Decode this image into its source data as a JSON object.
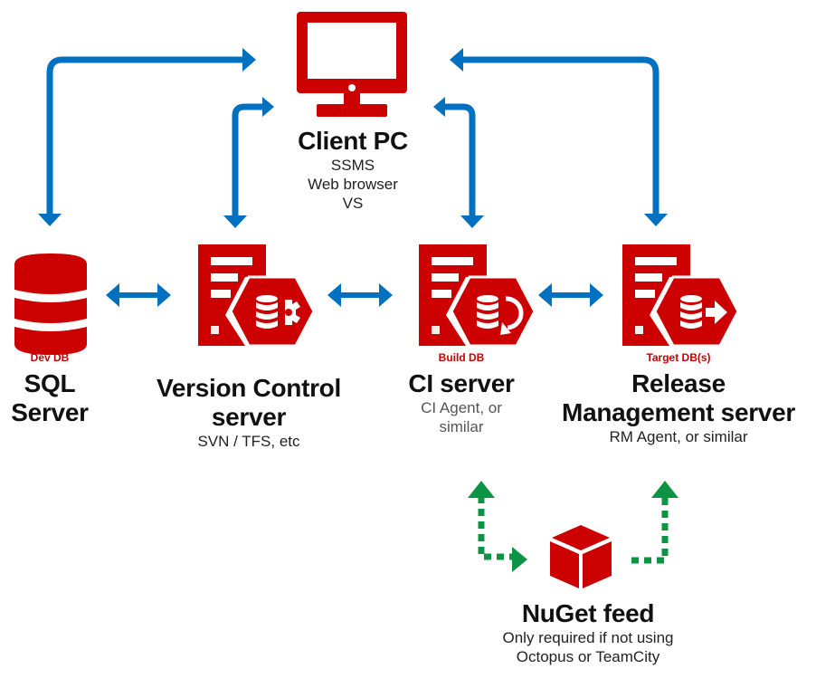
{
  "colors": {
    "icon_red": "#cc0000",
    "arrow_blue": "#0070c0",
    "arrow_green": "#0a9444",
    "text_dark": "#111111",
    "text_gray": "#555555"
  },
  "nodes": {
    "client_pc": {
      "icon": "monitor-icon",
      "title": "Client PC",
      "lines": [
        "SSMS",
        "Web browser",
        "VS"
      ]
    },
    "sql_server": {
      "icon": "database-icon",
      "tag": "Dev DB",
      "title_lines": [
        "SQL",
        "Server"
      ]
    },
    "version_control": {
      "icon": "server-gear-icon",
      "title_lines": [
        "Version Control",
        "server"
      ],
      "subtitle": "SVN / TFS, etc"
    },
    "ci_server": {
      "icon": "server-refresh-icon",
      "tag": "Build DB",
      "title": "CI server",
      "lines": [
        "CI Agent, or",
        "similar"
      ]
    },
    "release_mgmt": {
      "icon": "server-deploy-icon",
      "tag": "Target DB(s)",
      "title_lines": [
        "Release",
        "Management server"
      ],
      "subtitle": "RM Agent, or similar"
    },
    "nuget_feed": {
      "icon": "package-cube-icon",
      "title": "NuGet feed",
      "lines": [
        "Only required if not using",
        "Octopus or TeamCity"
      ]
    }
  },
  "connections": [
    {
      "from": "client_pc",
      "to": "sql_server",
      "style": "solid-blue",
      "direction": "both"
    },
    {
      "from": "client_pc",
      "to": "version_control",
      "style": "solid-blue",
      "direction": "both"
    },
    {
      "from": "client_pc",
      "to": "ci_server",
      "style": "solid-blue",
      "direction": "both"
    },
    {
      "from": "client_pc",
      "to": "release_mgmt",
      "style": "solid-blue",
      "direction": "both"
    },
    {
      "from": "sql_server",
      "to": "version_control",
      "style": "solid-blue",
      "direction": "both"
    },
    {
      "from": "version_control",
      "to": "ci_server",
      "style": "solid-blue",
      "direction": "both"
    },
    {
      "from": "ci_server",
      "to": "release_mgmt",
      "style": "solid-blue",
      "direction": "both"
    },
    {
      "from": "ci_server",
      "to": "nuget_feed",
      "style": "dotted-green",
      "direction": "both"
    },
    {
      "from": "nuget_feed",
      "to": "release_mgmt",
      "style": "dotted-green",
      "direction": "to"
    }
  ]
}
